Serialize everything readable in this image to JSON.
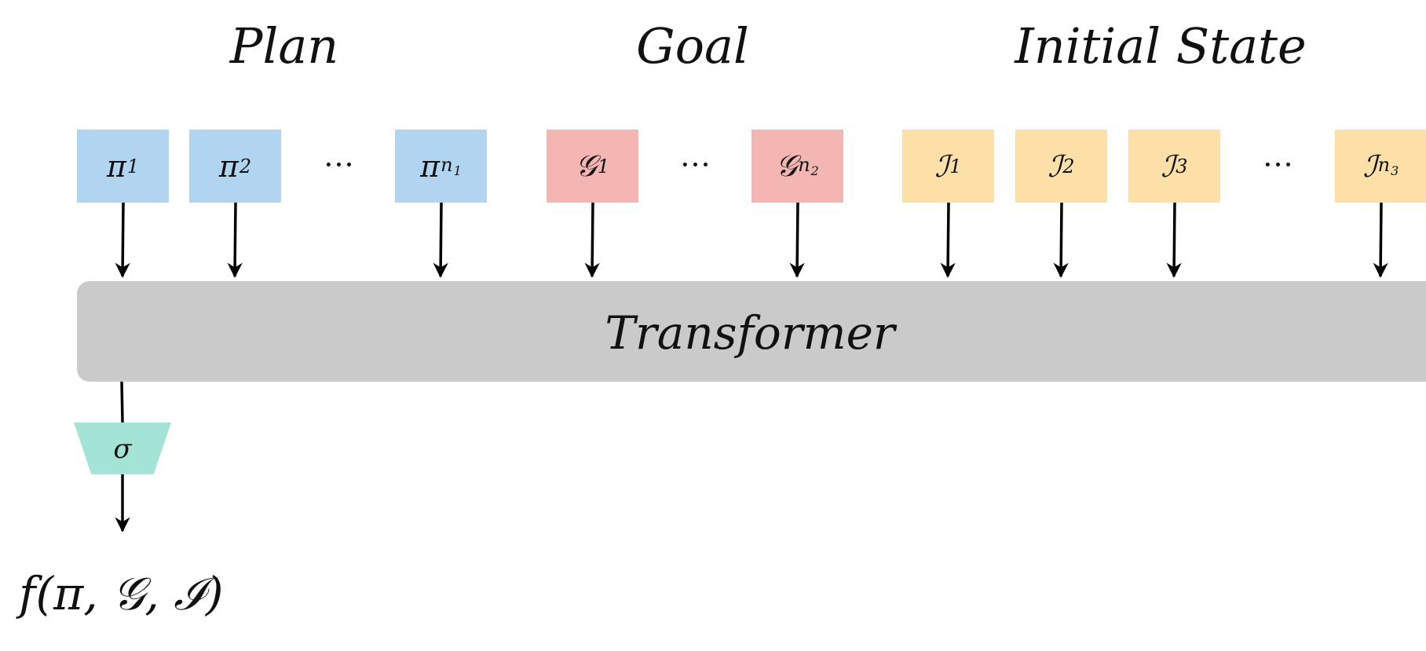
{
  "headers": {
    "plan": "Plan",
    "goal": "Goal",
    "initial_state": "Initial State"
  },
  "tokens": {
    "plan": [
      {
        "base": "π",
        "sub": "1",
        "subsub": ""
      },
      {
        "base": "π",
        "sub": "2",
        "subsub": ""
      },
      {
        "base": "π",
        "sub": "n",
        "subsub": "1"
      }
    ],
    "goal": [
      {
        "base": "𝒢",
        "sub": "1",
        "subsub": ""
      },
      {
        "base": "𝒢",
        "sub": "n",
        "subsub": "2"
      }
    ],
    "initial_state": [
      {
        "base": "ℐ",
        "sub": "1",
        "subsub": ""
      },
      {
        "base": "ℐ",
        "sub": "2",
        "subsub": ""
      },
      {
        "base": "ℐ",
        "sub": "3",
        "subsub": ""
      },
      {
        "base": "ℐ",
        "sub": "n",
        "subsub": "3"
      }
    ]
  },
  "ellipsis": "···",
  "transformer_label": "Transformer",
  "sigma_label": "σ",
  "output_label": "f(π, 𝒢, ℐ)",
  "colors": {
    "plan": "#b1d4f0",
    "goal": "#f4b6b3",
    "initial_state": "#fde0a8",
    "transformer": "#cacaca",
    "sigma": "#a4e4d6"
  }
}
